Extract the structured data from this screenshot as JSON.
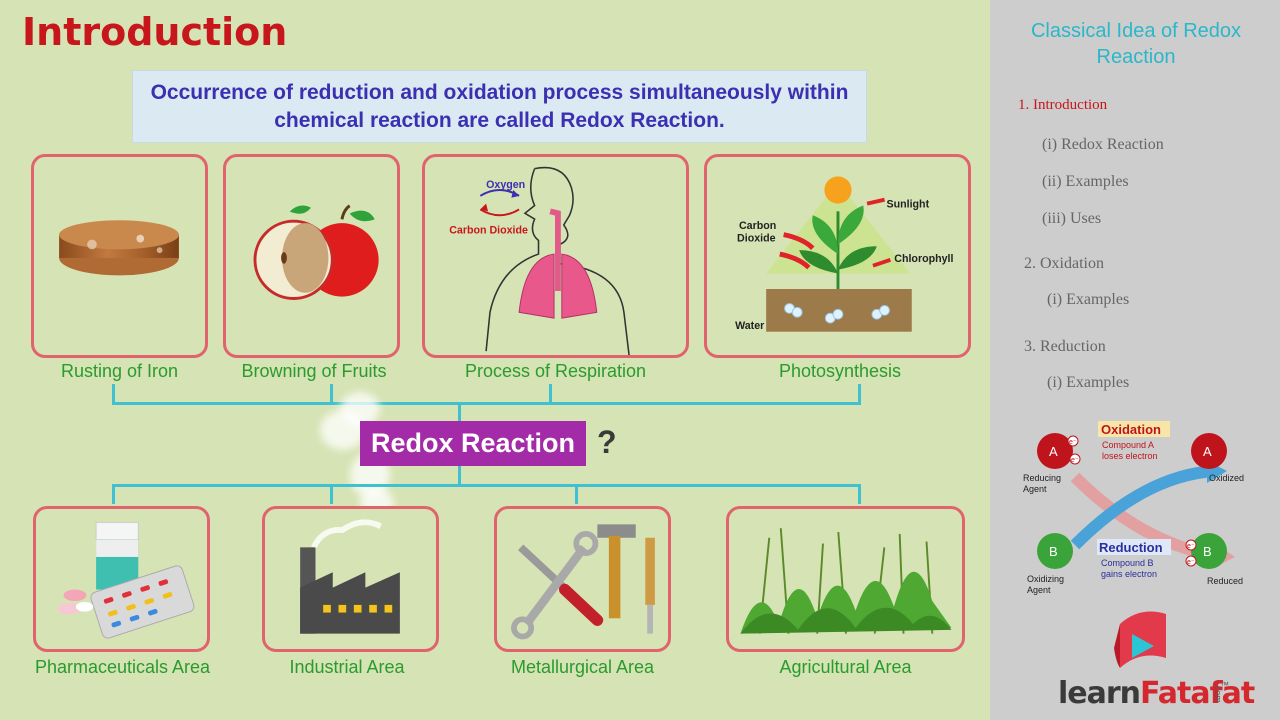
{
  "header": {
    "title": "Introduction"
  },
  "definition": {
    "text": "Occurrence of reduction and oxidation process simultaneously within chemical reaction are called Redox Reaction."
  },
  "examples": [
    {
      "label": "Rusting of Iron"
    },
    {
      "label": "Browning of Fruits"
    },
    {
      "label": "Process of Respiration",
      "annotations": {
        "oxygen": "Oxygen",
        "co2": "Carbon Dioxide"
      }
    },
    {
      "label": "Photosynthesis",
      "annotations": {
        "sunlight": "Sunlight",
        "co2_line1": "Carbon",
        "co2_line2": "Dioxide",
        "chlorophyll": "Chlorophyll",
        "water": "Water"
      }
    }
  ],
  "center": {
    "label": "Redox Reaction",
    "question": "?"
  },
  "uses": [
    {
      "label": "Pharmaceuticals Area"
    },
    {
      "label": "Industrial Area"
    },
    {
      "label": "Metallurgical Area"
    },
    {
      "label": "Agricultural Area"
    }
  ],
  "sidebar": {
    "title": "Classical Idea of Redox Reaction",
    "toc": [
      {
        "label": "1. Introduction",
        "active": true
      },
      {
        "label": "(i) Redox Reaction"
      },
      {
        "label": "(ii) Examples"
      },
      {
        "label": "(iii) Uses"
      },
      {
        "label": "2. Oxidation"
      },
      {
        "label": "(i) Examples"
      },
      {
        "label": "3. Reduction"
      },
      {
        "label": "(i) Examples"
      }
    ],
    "diagram": {
      "oxidation": "Oxidation",
      "ox_line1": "Compound A",
      "ox_line2": "loses electron",
      "reduction": "Reduction",
      "red_line1": "Compound B",
      "red_line2": "gains electron",
      "a": "A",
      "b": "B",
      "electron": "e⁻",
      "reducing_1": "Reducing",
      "reducing_2": "Agent",
      "oxidizing_1": "Oxidizing",
      "oxidizing_2": "Agent",
      "oxidized": "Oxidized",
      "reduced": "Reduced"
    },
    "brand": {
      "part1": "learn",
      "part2": "Fatafat",
      "sub": ".com",
      "tm": "™"
    }
  },
  "colors": {
    "accent_red": "#c8161d",
    "teal": "#3fc1d1",
    "purple": "#a42ba8",
    "green_label": "#2a9b2e",
    "card_border": "#e0636d"
  }
}
